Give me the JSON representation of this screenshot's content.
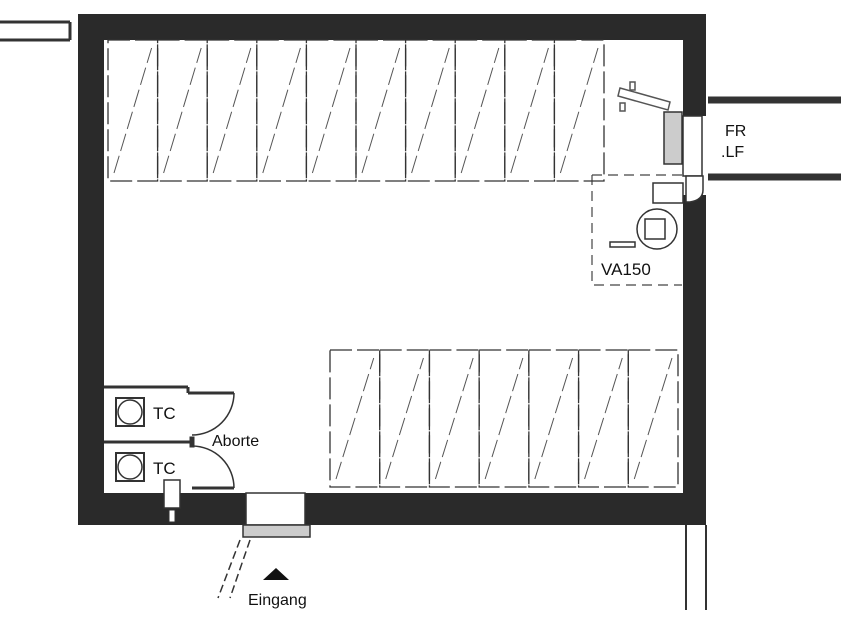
{
  "labels": {
    "fr": "FR",
    "lf": ".LF",
    "va150": "VA150",
    "tc1": "TC",
    "tc2": "TC",
    "aborte": "Aborte",
    "eingang": "Eingang"
  },
  "parking": {
    "top_row_stalls": 10,
    "bottom_row_stalls": 7
  },
  "colors": {
    "wall": "#2a2a2a",
    "line": "#333333"
  }
}
